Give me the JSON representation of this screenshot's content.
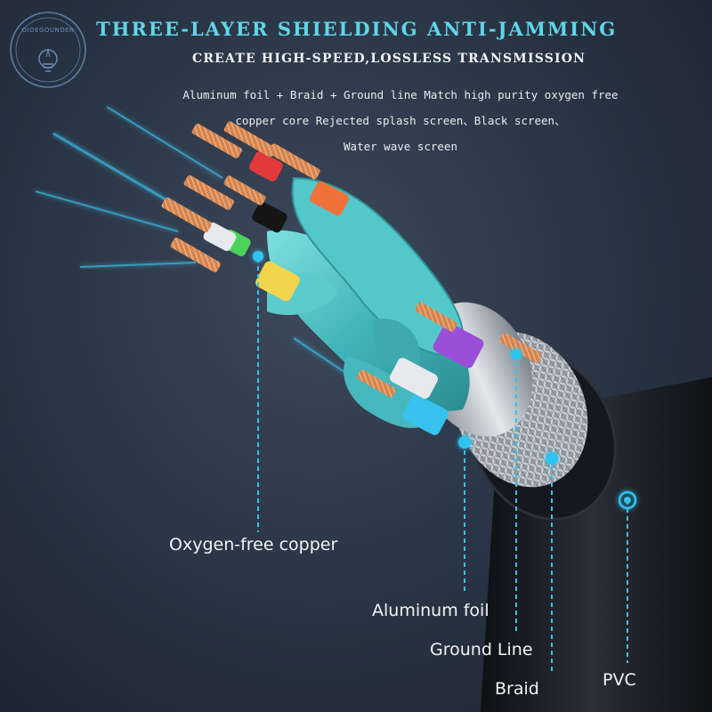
{
  "logo": {
    "text": "OIDEGOUNDER"
  },
  "header": {
    "title": "THREE-LAYER SHIELDING ANTI-JAMMING",
    "subtitle": "CREATE HIGH-SPEED,LOSSLESS TRANSMISSION",
    "description_lines": [
      "Aluminum foil + Braid + Ground line Match high purity oxygen free",
      "copper core Rejected splash screen、Black screen、",
      "Water wave screen"
    ]
  },
  "callouts": {
    "copper": "Oxygen-free copper",
    "foil": "Aluminum foil",
    "ground": "Ground Line",
    "braid": "Braid",
    "pvc": "PVC"
  },
  "colors": {
    "title": "#5fd6e8",
    "accent_line": "#2fc4f0",
    "jacket": "#1c1f24",
    "pair_insulation": "#4fc1c4",
    "copper": "#d98a55"
  }
}
